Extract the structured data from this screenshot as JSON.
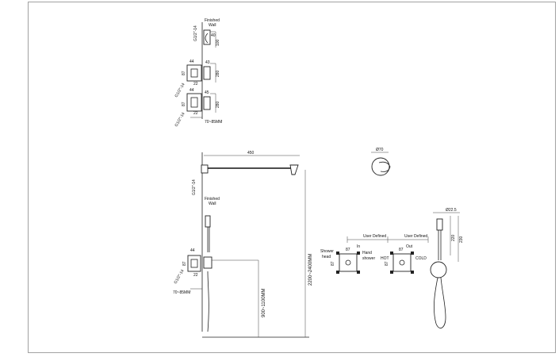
{
  "top_detail": {
    "finished_wall": "Finished",
    "wall": "Wall",
    "thread_top": "G1/2\"-14",
    "dim_40": "40",
    "dim_100a": "100",
    "dim_44a": "44",
    "dim_43": "43",
    "dim_87a": "87",
    "dim_280a": "280",
    "dim_22a": "22",
    "dim_44b": "44",
    "dim_45": "45",
    "dim_87b": "87",
    "dim_280b": "280",
    "dim_22b": "22",
    "thread_mid": "G1/2\"-14",
    "thread_bot": "G1/2\"-14",
    "depth": "70~85MM"
  },
  "main_view": {
    "arm_length": "450",
    "thread_arm": "G1/2\"-14",
    "finished_wall": "Finished",
    "wall": "Wall",
    "dim_44": "44",
    "dim_87": "87",
    "dim_22": "22",
    "thread": "G1/2\"-14",
    "depth": "70~85MM",
    "height_total": "2200~2400MM",
    "height_valve": "900~1100MM"
  },
  "valve_plan": {
    "user_defined_1": "User Defined",
    "user_defined_2": "User Defined",
    "in": "In",
    "out": "Out",
    "shower": "Shower",
    "head": "head",
    "hand": "Hand",
    "shower2": "shower",
    "hot": "HOT",
    "cold": "COLD",
    "dim_87a": "87",
    "dim_87b": "87",
    "dim_87c": "87",
    "dim_87d": "87"
  },
  "handset": {
    "diameter_top": "Ø70",
    "diameter_holder": "Ø22.5",
    "dim_220": "220",
    "dim_230": "230"
  }
}
